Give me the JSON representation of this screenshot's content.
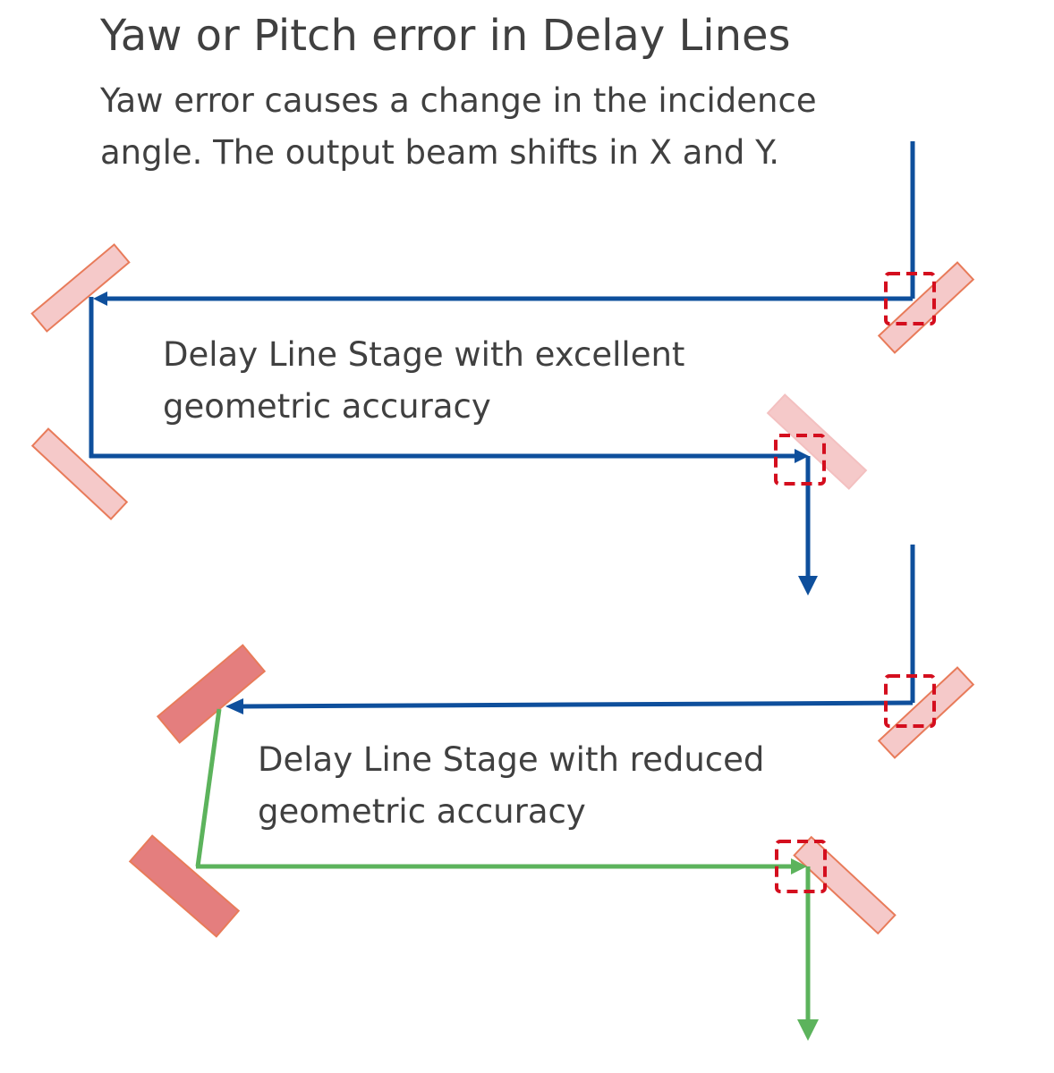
{
  "title": "Yaw or Pitch error in Delay Lines",
  "subtitle": {
    "line1": "Yaw error causes a change in the incidence",
    "line2": "angle. The output beam shifts in X and Y."
  },
  "stages": [
    {
      "id": "excellent",
      "label_line1": "Delay Line Stage with excellent",
      "label_line2": "geometric accuracy"
    },
    {
      "id": "reduced",
      "label_line1": "Delay Line Stage with reduced",
      "label_line2": "geometric accuracy"
    }
  ],
  "colors": {
    "beam_nominal": "#0e4f9c",
    "beam_deviated": "#5cb35c",
    "mirror_fixed": "#f4c6c6",
    "mirror_stage": "#e17a7a",
    "mirror_border": "#e87b5a",
    "highlight": "#d40e1e",
    "text": "#404040"
  },
  "icons": {
    "mirror": "mirror-icon",
    "highlight_box": "dashed-square-icon",
    "arrow": "arrowhead-icon"
  }
}
